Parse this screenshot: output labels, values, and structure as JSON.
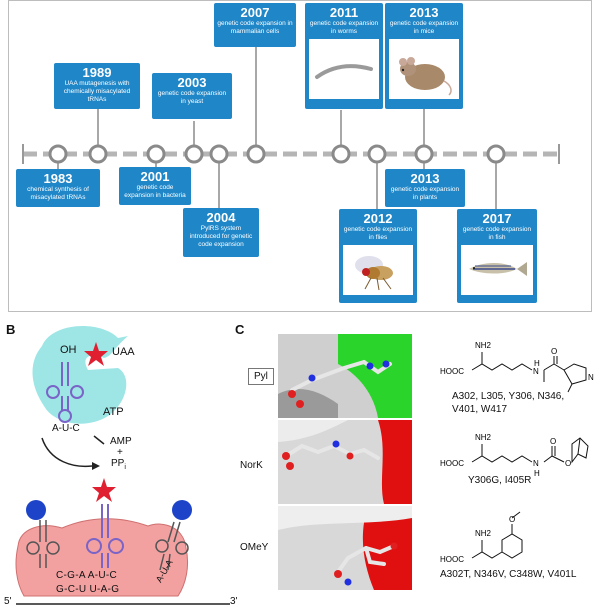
{
  "panel_labels": {
    "b": "B",
    "c": "C"
  },
  "timeline": {
    "items": [
      {
        "year": "1983",
        "desc": "chemical synthesis of misacylated tRNAs"
      },
      {
        "year": "1989",
        "desc": "UAA mutagenesis with chemically misacylated tRNAs"
      },
      {
        "year": "2001",
        "desc": "genetic code expansion in bacteria"
      },
      {
        "year": "2003",
        "desc": "genetic code expansion in yeast"
      },
      {
        "year": "2004",
        "desc": "PylRS system introduced for genetic code expansion"
      },
      {
        "year": "2007",
        "desc": "genetic code expansion in mammalian cells"
      },
      {
        "year": "2011",
        "desc": "genetic code expansion in worms"
      },
      {
        "year": "2012",
        "desc": "genetic code expansion in flies"
      },
      {
        "year": "2013",
        "desc": "genetic code expansion in mice"
      },
      {
        "year": "2013",
        "desc": "genetic code expansion in plants"
      },
      {
        "year": "2017",
        "desc": "genetic code expansion in fish"
      }
    ]
  },
  "panel_b": {
    "oh": "OH",
    "uaa": "UAA",
    "atp": "ATP",
    "amp": "AMP",
    "plus": "+",
    "ppi": "PP",
    "ppi_sub": "i",
    "anticodon": "A-U-C",
    "codons_top": "C-G-A A-U-C",
    "codons_bottom": "G-C-U U-A-G",
    "side_anticodon": "A-U-A",
    "five_prime": "5'",
    "three_prime": "3'"
  },
  "panel_c": {
    "rows": [
      {
        "name": "Pyl",
        "mutations": [
          "A302, L305, Y306, N346,",
          "V401, W417"
        ],
        "chem": {
          "nh2": "NH2",
          "hooc": "HOOC",
          "h": "H",
          "n": "N",
          "o": "O"
        }
      },
      {
        "name": "NorK",
        "mutations": [
          "Y306G, I405R"
        ],
        "chem": {
          "nh2": "NH2",
          "hooc": "HOOC",
          "h": "H",
          "n": "N",
          "o": "O"
        }
      },
      {
        "name": "OMeY",
        "mutations": [
          "A302T, N346V, C348W, V401L"
        ],
        "chem": {
          "nh2": "NH2",
          "hooc": "HOOC",
          "o": "O"
        }
      }
    ]
  },
  "colors": {
    "timeline_box": "#1f86c8",
    "star": "#e02030",
    "synthetase": "#9ee6e6",
    "ribosome": "#f2a0a0",
    "trna_purple": "#7a64c8",
    "green": "#2ad42a",
    "red": "#e01010"
  }
}
